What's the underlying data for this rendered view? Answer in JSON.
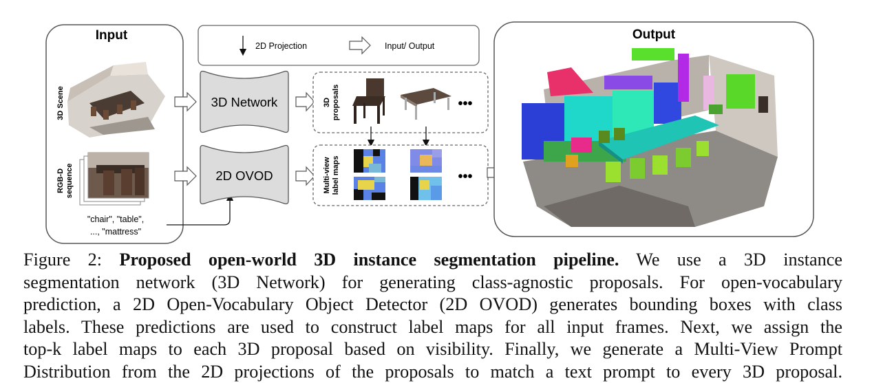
{
  "input": {
    "title": "Input",
    "scene_label": "3D Scene",
    "rgbd_label_1": "RGB-D",
    "rgbd_label_2": "sequence",
    "prompt_line_1": "\"chair\", \"table\",",
    "prompt_line_2": "..., \"mattress\""
  },
  "legend": {
    "projection": "2D Projection",
    "io": "Input/ Output"
  },
  "networks": {
    "net3d": "3D Network",
    "ovod": "2D OVOD"
  },
  "proposals": {
    "label_1": "3D",
    "label_2": "proposals",
    "ellipsis": "•••"
  },
  "labelmaps": {
    "label_1": "Multi-view",
    "label_2": "label maps",
    "ellipsis": "•••"
  },
  "output": {
    "title": "Output"
  },
  "caption": {
    "figure": "Figure 2:",
    "bold": "Proposed open-world 3D instance segmentation pipeline.",
    "line1_rest": "We use a 3D instance",
    "line2": "segmentation network (3D Network) for generating class-agnostic proposals. For open-vocabulary",
    "line3": "prediction, a 2D Open-Vocabulary Object Detector (2D OVOD) generates bounding boxes with class",
    "line4": "labels. These predictions are used to construct label maps for all input frames. Next, we assign the",
    "line5": "top-k label maps to each 3D proposal based on visibility. Finally, we generate a Multi-View Prompt",
    "line6": "Distribution from the 2D projections of the proposals to match a text prompt to every 3D proposal."
  }
}
